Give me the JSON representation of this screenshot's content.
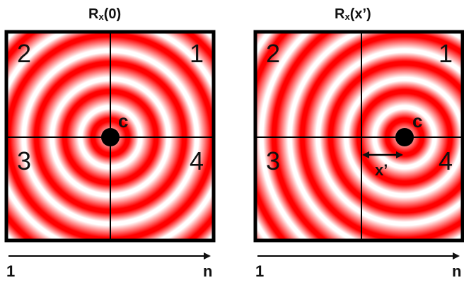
{
  "colors": {
    "ring": "#ff0000",
    "background": "#ffffff",
    "lines": "#000000"
  },
  "panels": [
    {
      "title_main": "R",
      "title_sub": "x",
      "title_arg": "(0)",
      "quadrants": [
        "1",
        "2",
        "3",
        "4"
      ],
      "center_label": "c",
      "center_shift": "none",
      "displacement_label": ""
    },
    {
      "title_main": "R",
      "title_sub": "x",
      "title_arg": "(x’)",
      "quadrants": [
        "1",
        "2",
        "3",
        "4"
      ],
      "center_label": "c",
      "center_shift": "right",
      "displacement_label": "x’"
    }
  ],
  "axis": {
    "start_label": "1",
    "end_label": "n"
  }
}
